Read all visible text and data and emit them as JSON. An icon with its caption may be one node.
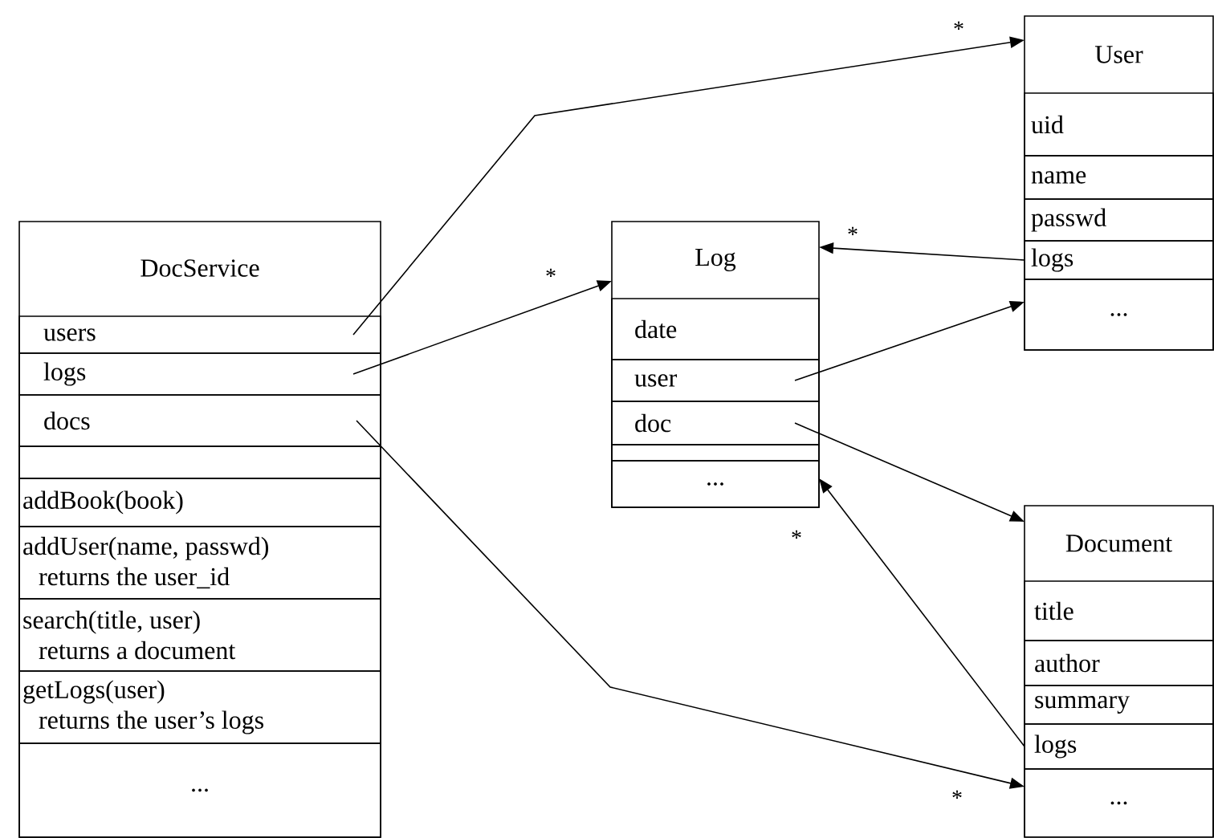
{
  "diagram": {
    "nodes": [
      {
        "text": [
          "DocService"
        ]
      },
      {
        "text": [
          "users"
        ],
        "in": 0
      },
      {
        "text": [
          "logs"
        ],
        "in": 0
      },
      {
        "text": [
          "docs"
        ],
        "in": 0
      },
      {
        "text": [],
        "shape": "box",
        "in": 0
      },
      {
        "text": [
          "addBook(book)"
        ],
        "in": 0
      },
      {
        "text": [
          "addUser(name, passwd)",
          "returns the user_id"
        ],
        "in": 0
      },
      {
        "text": [
          "search(title, user)",
          "returns a document"
        ],
        "in": 0
      },
      {
        "text": [
          "getLogs(user)",
          "returns the user’s logs"
        ],
        "in": 0
      },
      {
        "text": [
          "..."
        ],
        "in": 0
      },
      {
        "text": [
          "Log"
        ]
      },
      {
        "text": [
          "date"
        ],
        "in": 10
      },
      {
        "text": [
          "user"
        ],
        "in": 10
      },
      {
        "text": [
          "doc"
        ],
        "in": 10
      },
      {
        "text": [],
        "shape": "box",
        "in": 10
      },
      {
        "text": [
          "..."
        ],
        "in": 10
      },
      {
        "text": [
          "User"
        ]
      },
      {
        "text": [
          "uid"
        ],
        "in": 16
      },
      {
        "text": [
          "name"
        ],
        "in": 16
      },
      {
        "text": [
          "passwd"
        ],
        "in": 16
      },
      {
        "text": [
          "logs"
        ],
        "in": 16
      },
      {
        "text": [
          "..."
        ],
        "in": 16
      },
      {
        "text": [
          "Document"
        ]
      },
      {
        "text": [
          "title"
        ],
        "in": 22
      },
      {
        "text": [
          "author"
        ],
        "in": 22
      },
      {
        "text": [
          "summary"
        ],
        "in": 22
      },
      {
        "text": [
          "logs"
        ],
        "in": 22
      },
      {
        "text": [
          "..."
        ],
        "in": 22
      }
    ],
    "edges": [
      {
        "from": 1,
        "to": 16,
        "arrow": "to",
        "label": "*"
      },
      {
        "from": 2,
        "to": 10,
        "arrow": "to",
        "label": "*"
      },
      {
        "from": 3,
        "to": 22,
        "arrow": "to",
        "label": "*"
      },
      {
        "from": 12,
        "to": 16,
        "arrow": "to"
      },
      {
        "from": 13,
        "to": 22,
        "arrow": "to"
      },
      {
        "from": 20,
        "to": 10,
        "arrow": "to",
        "label": "*"
      },
      {
        "from": 26,
        "to": 10,
        "arrow": "to",
        "label": "*"
      }
    ]
  }
}
